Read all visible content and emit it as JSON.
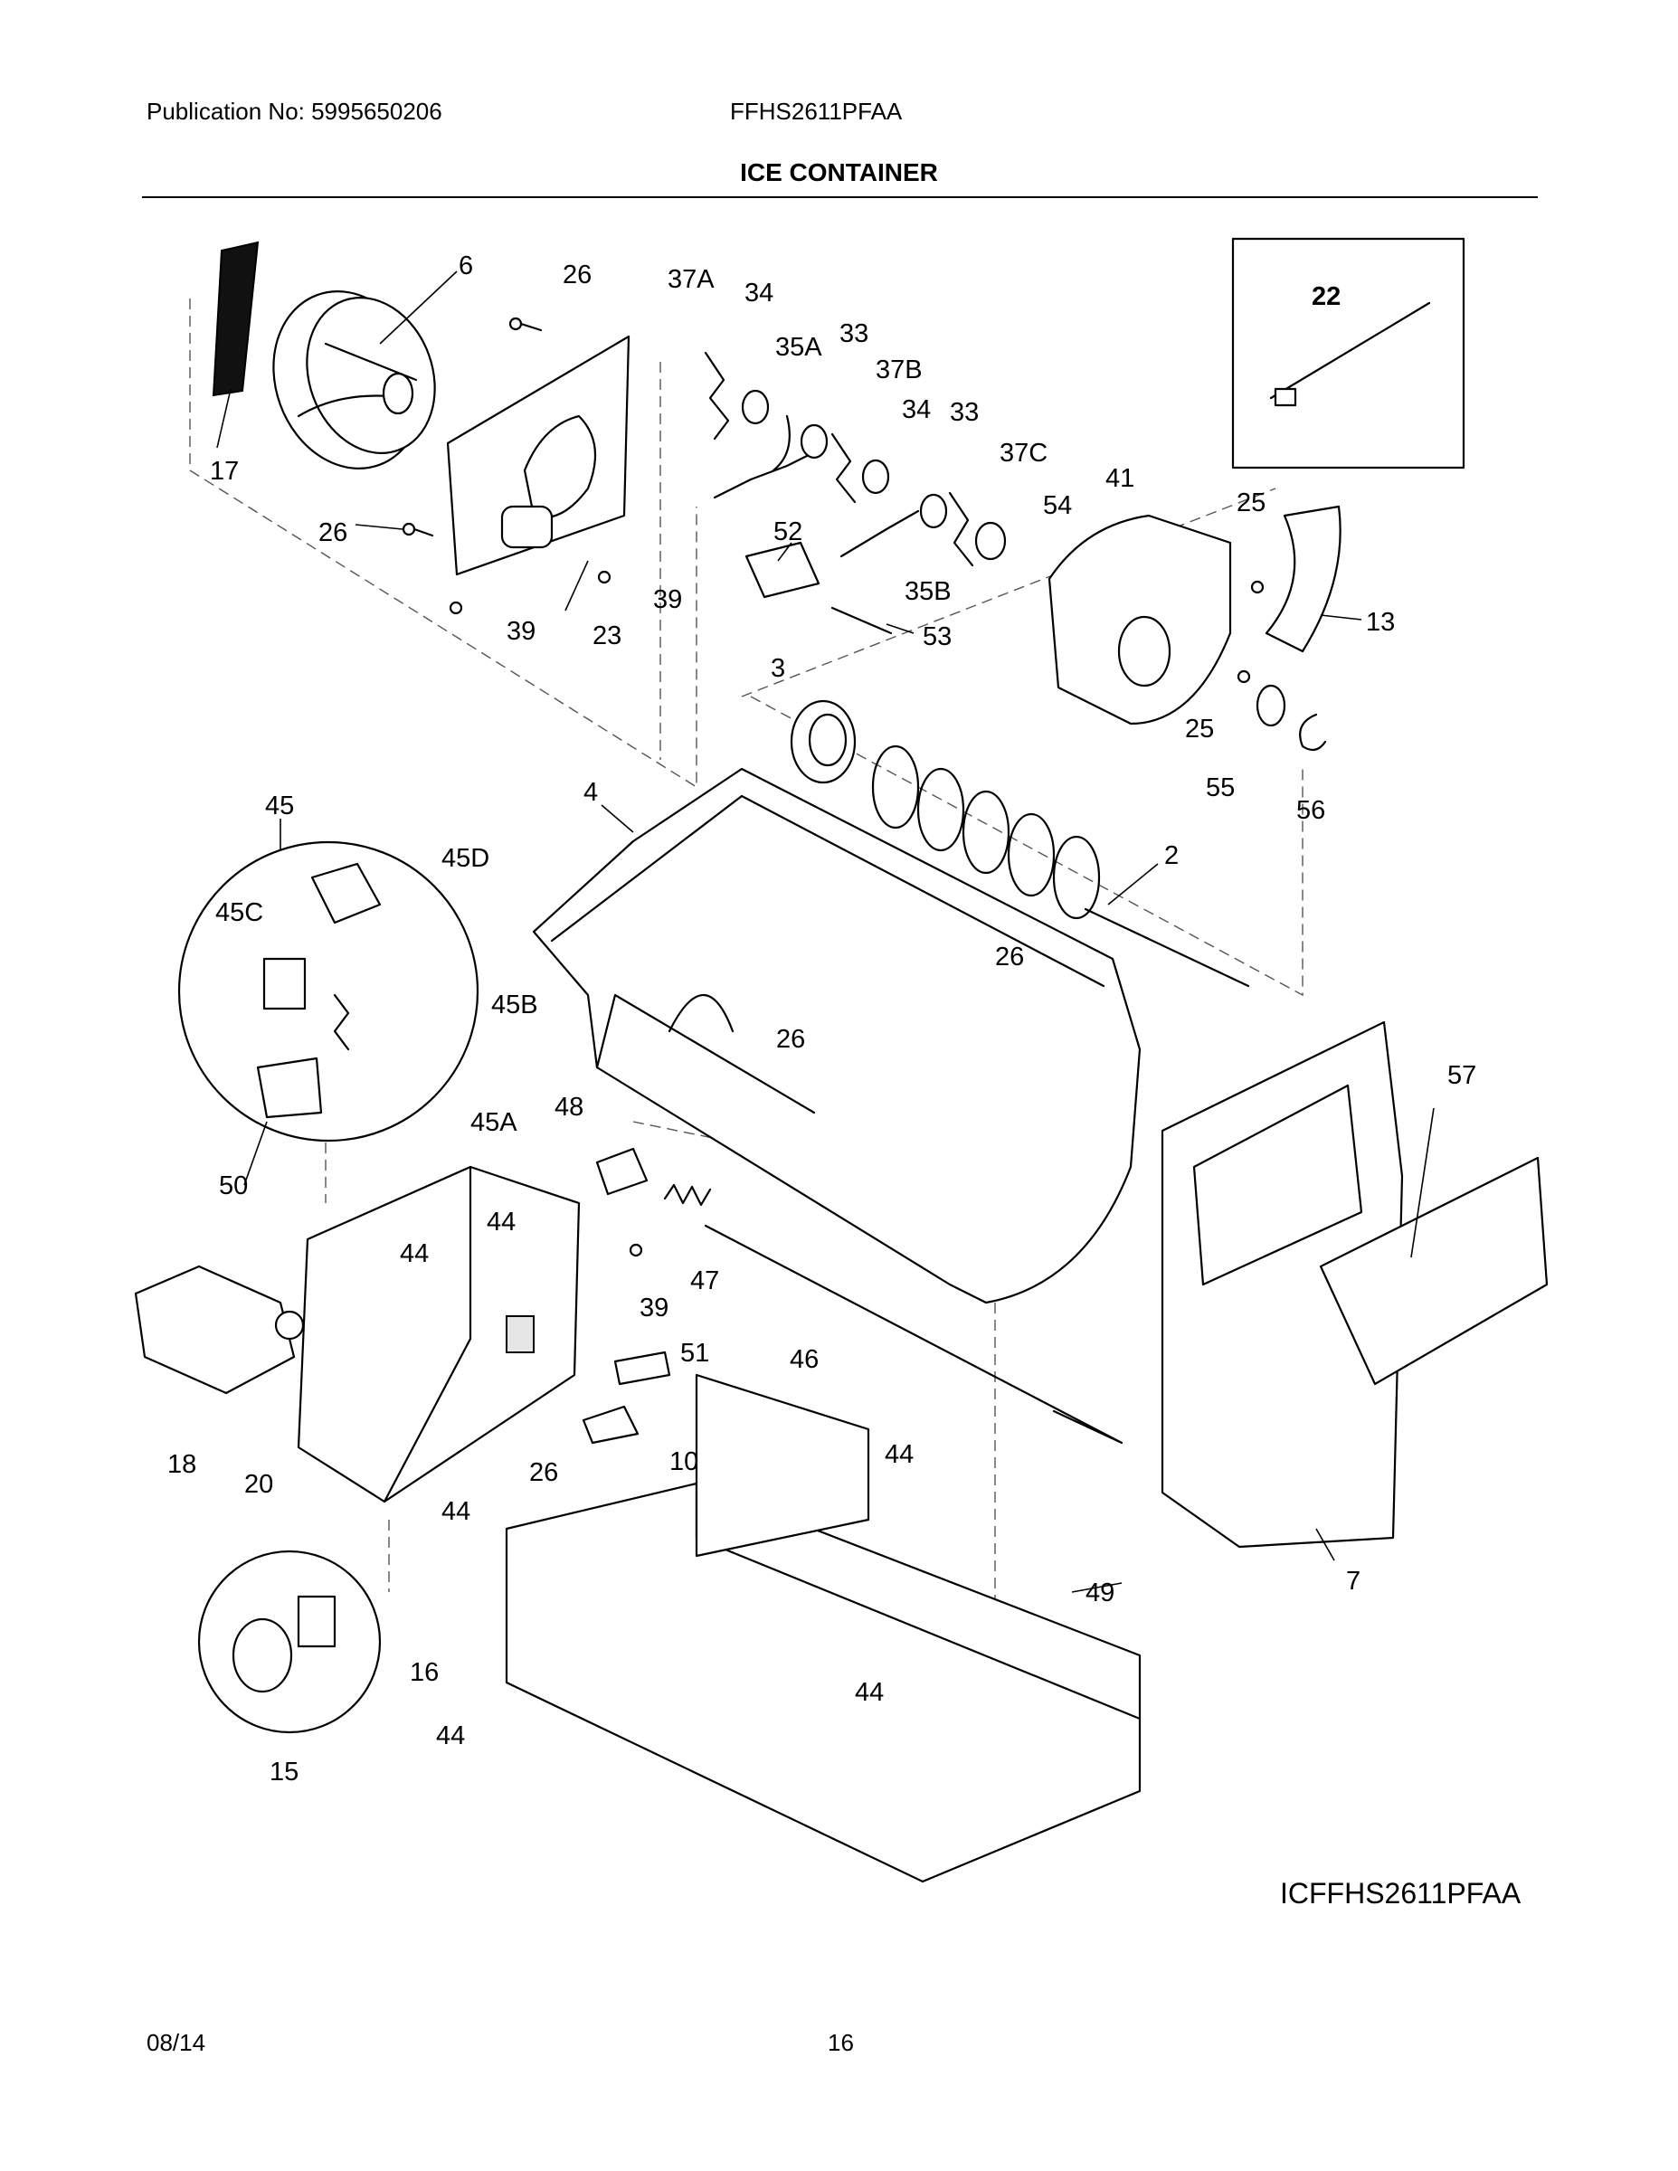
{
  "header": {
    "publication": "Publication No: 5995650206",
    "model": "FFHS2611PFAA",
    "title": "ICE CONTAINER"
  },
  "diagram": {
    "code": "ICFFHS2611PFAA",
    "inset_part": "22",
    "part_labels": [
      "6",
      "26",
      "37A",
      "34",
      "35A",
      "33",
      "37B",
      "34",
      "33",
      "37C",
      "41",
      "54",
      "25",
      "17",
      "26",
      "23",
      "39",
      "39",
      "52",
      "35B",
      "53",
      "13",
      "3",
      "25",
      "55",
      "56",
      "45",
      "4",
      "2",
      "45D",
      "45C",
      "26",
      "45B",
      "26",
      "45A",
      "57",
      "48",
      "50",
      "47",
      "44",
      "39",
      "44",
      "46",
      "51",
      "18",
      "20",
      "10",
      "44",
      "26",
      "44",
      "16",
      "49",
      "44",
      "44",
      "15",
      "7"
    ]
  },
  "footer": {
    "date": "08/14",
    "page": "16"
  }
}
